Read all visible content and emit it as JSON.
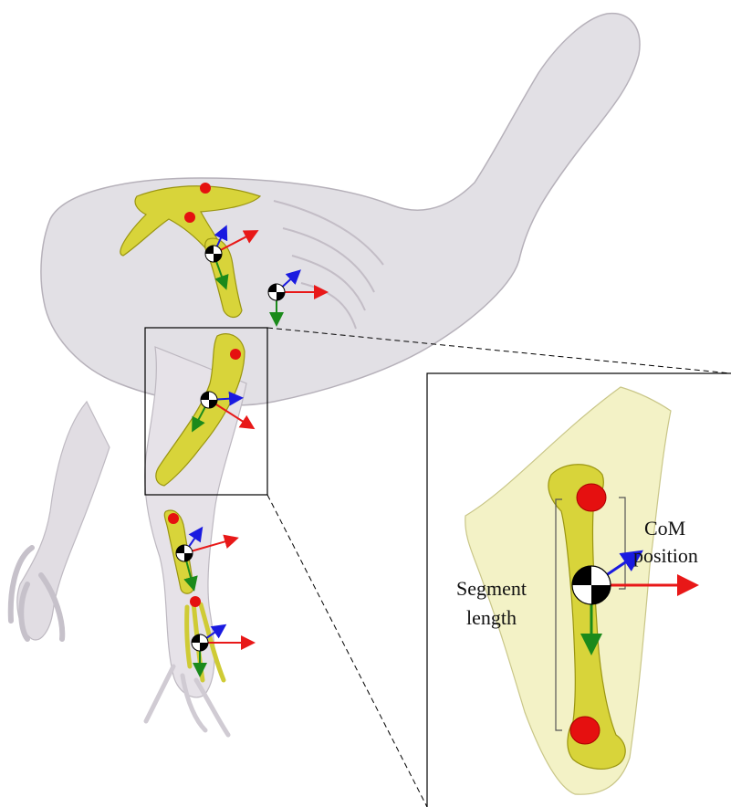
{
  "figure": {
    "labels": {
      "segment_line1": "Segment",
      "segment_line2": "length",
      "com_line1": "CoM",
      "com_line2": "position"
    },
    "colors": {
      "body_fill": "#d9d4dc",
      "body_stroke": "#a9a3ad",
      "bone_fill": "#d9d63a",
      "bone_stroke": "#9a9a10",
      "marker_red": "#e51010",
      "axis_red": "#e81818",
      "axis_blue": "#1a1ae0",
      "axis_green": "#1b8a1b",
      "inset_fill": "#f3f2c6"
    }
  }
}
